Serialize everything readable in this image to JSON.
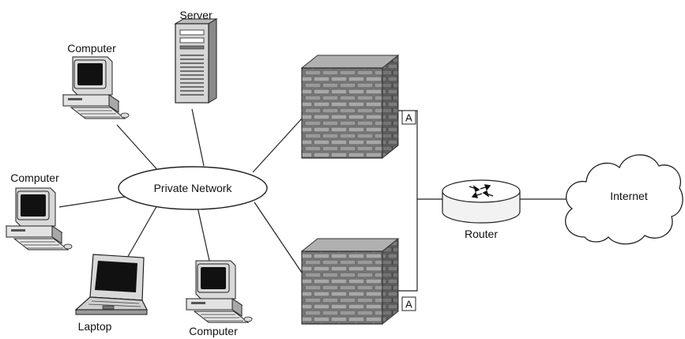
{
  "labels": {
    "server": "Server",
    "computer_top": "Computer",
    "computer_left": "Computer",
    "computer_bottom": "Computer",
    "laptop": "Laptop",
    "private_network": "Private Network",
    "router": "Router",
    "internet": "Internet",
    "firewall_top_tag": "A",
    "firewall_bottom_tag": "A"
  },
  "colors": {
    "line": "#222222",
    "brick": "#8c8c8c",
    "brick_light": "#b5b5b5",
    "brick_dark": "#5a5a5a",
    "device_gray": "#d9d9d9",
    "screen": "#111111"
  }
}
